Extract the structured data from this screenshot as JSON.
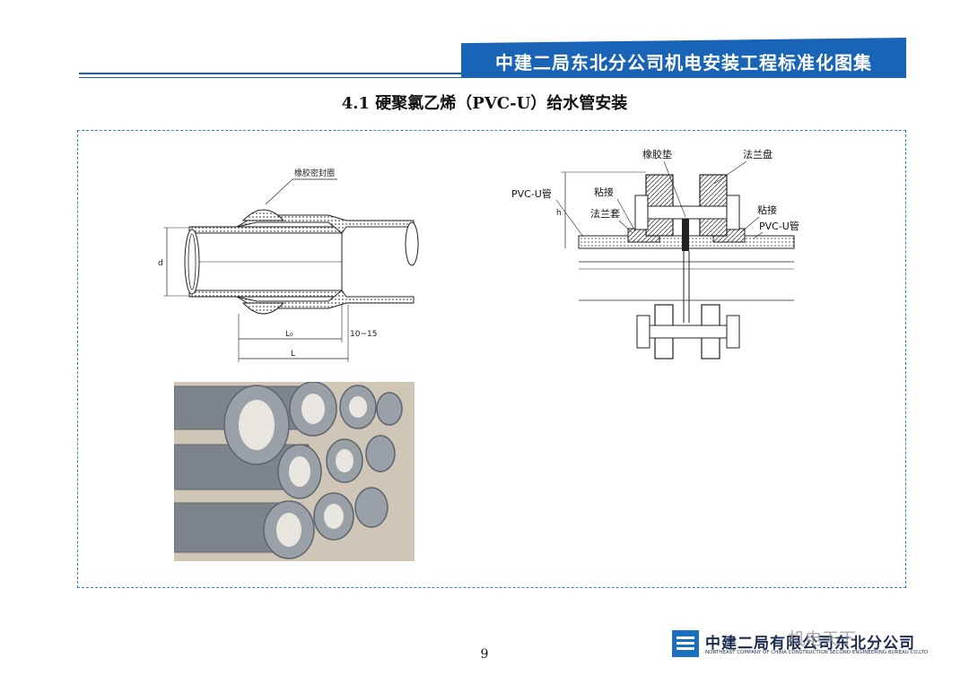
{
  "header": {
    "title": "中建二局东北分公司机电安装工程标准化图集"
  },
  "section": {
    "title": "4.1 硬聚氯乙烯（PVC-U）给水管安装"
  },
  "drawing_left": {
    "seal_ring_label": "橡胶密封圈",
    "dim_d": "d",
    "dim_l0": "L₀",
    "dim_l": "L",
    "dim_gap": "10~15"
  },
  "drawing_right": {
    "rubber_gasket": "橡胶垫",
    "flange_plate": "法兰盘",
    "pvc_pipe_left": "PVC-U管",
    "bond_left": "粘接",
    "flange_sleeve": "法兰套",
    "bond_right": "粘接",
    "pvc_pipe_right": "PVC-U管",
    "dim_h": "h"
  },
  "footer": {
    "page_number": "9",
    "company_name": "中建二局有限公司东北分公司",
    "company_english": "NORTHEAST COMPANY OF CHINA CONSTRUCTION SECOND ENGINEERING BUREAU CO.LTD",
    "watermark": "机电天下"
  },
  "colors": {
    "brand_blue": "#1a64b8",
    "frame_blue": "#2f7fd6",
    "pipe_gray": "#8a8f96"
  }
}
